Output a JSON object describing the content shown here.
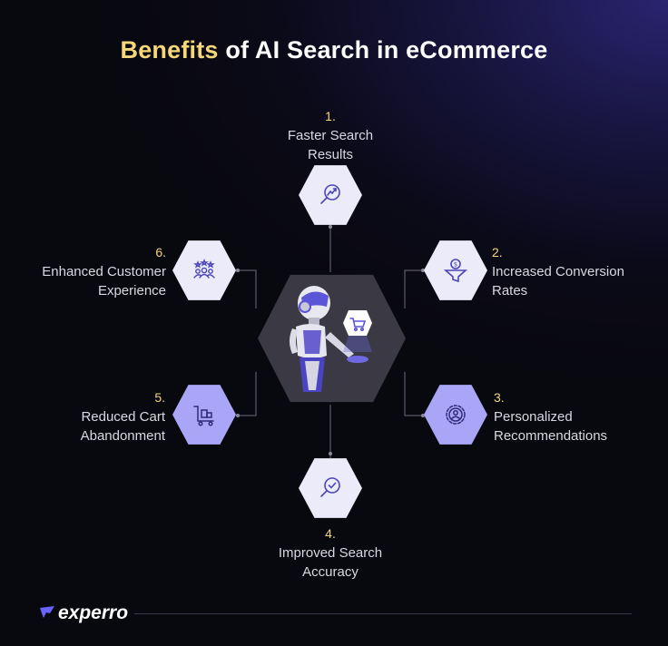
{
  "title": {
    "highlight": "Benefits",
    "rest": "of AI Search in eCommerce"
  },
  "benefits": [
    {
      "number": "1.",
      "line1": "Faster Search",
      "line2": "Results",
      "icon": "search-trend-icon"
    },
    {
      "number": "2.",
      "line1": "Increased Conversion",
      "line2": "Rates",
      "icon": "dollar-funnel-icon"
    },
    {
      "number": "3.",
      "line1": "Personalized",
      "line2": "Recommendations",
      "icon": "user-gear-icon"
    },
    {
      "number": "4.",
      "line1": "Improved Search",
      "line2": "Accuracy",
      "icon": "search-check-icon"
    },
    {
      "number": "5.",
      "line1": "Reduced Cart",
      "line2": "Abandonment",
      "icon": "cart-icon"
    },
    {
      "number": "6.",
      "line1": "Enhanced Customer",
      "line2": "Experience",
      "icon": "customers-stars-icon"
    }
  ],
  "center": {
    "icon": "robot-with-cart-icon"
  },
  "colors": {
    "accent": "#f6d77a",
    "hex_light": "#ecebfa",
    "hex_purple": "#aaa6f7",
    "center": "#3a3944",
    "icon_stroke": "#4b46b8"
  },
  "footer": {
    "logo_text": "experro",
    "logo_icon": "rocket-icon"
  }
}
